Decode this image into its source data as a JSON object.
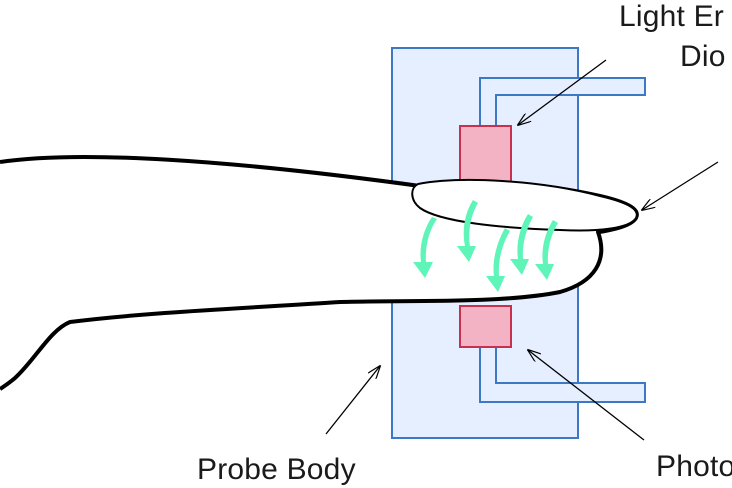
{
  "labels": {
    "led_line1": "Light Er",
    "led_line2": "Dio",
    "probe_body": "Probe Body",
    "photo": "Photo"
  },
  "colors": {
    "probe_fill": "#e6efff",
    "probe_stroke": "#3d78c4",
    "component_fill": "#f4b3c4",
    "component_stroke": "#c8304f",
    "light_arrows": "#5ff5b8",
    "outline": "#000000"
  }
}
